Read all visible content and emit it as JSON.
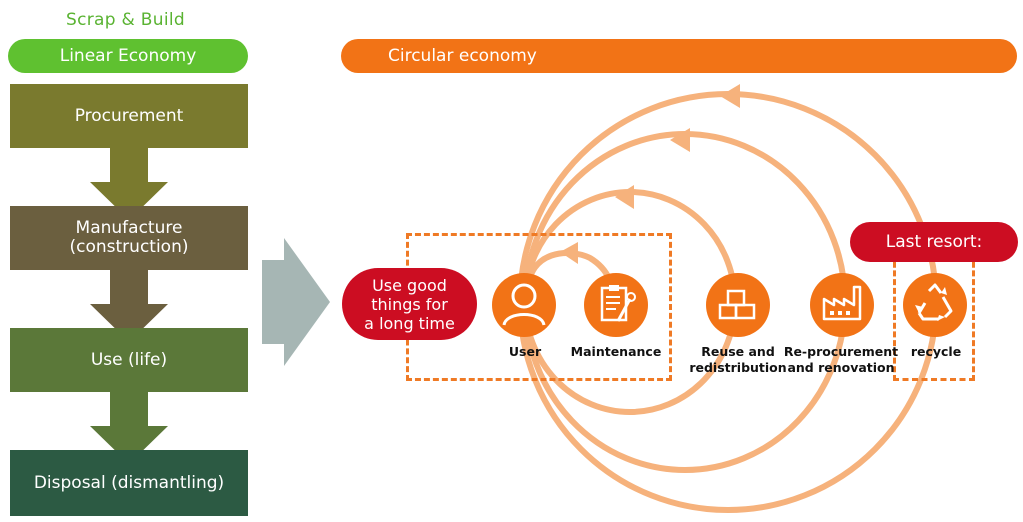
{
  "header": {
    "title": "Scrap & Build",
    "linear_label": "Linear Economy",
    "circular_label": "Circular economy"
  },
  "linear": {
    "stages": [
      {
        "label": "Procurement"
      },
      {
        "label": "Manufacture\n(construction)"
      },
      {
        "label": "Use (life)"
      },
      {
        "label": "Disposal (dismantling)"
      }
    ]
  },
  "circular": {
    "use_good": "Use good\nthings for\na long time",
    "last_resort": "Last resort:",
    "nodes": [
      {
        "label": "User",
        "icon": "user-icon"
      },
      {
        "label": "Maintenance",
        "icon": "clipboard-wrench-icon"
      },
      {
        "label": "Reuse and\nredistribution",
        "icon": "boxes-icon"
      },
      {
        "label": "Re-procurement\nand renovation",
        "icon": "factory-icon"
      },
      {
        "label": "recycle",
        "icon": "recycle-icon"
      }
    ]
  },
  "colors": {
    "green": "#5fc130",
    "orange": "#f27316",
    "light_orange": "#f6b27c",
    "red": "#cc0d22",
    "dashed": "#ef7a25",
    "transition_arrow": "#a6b6b4"
  }
}
